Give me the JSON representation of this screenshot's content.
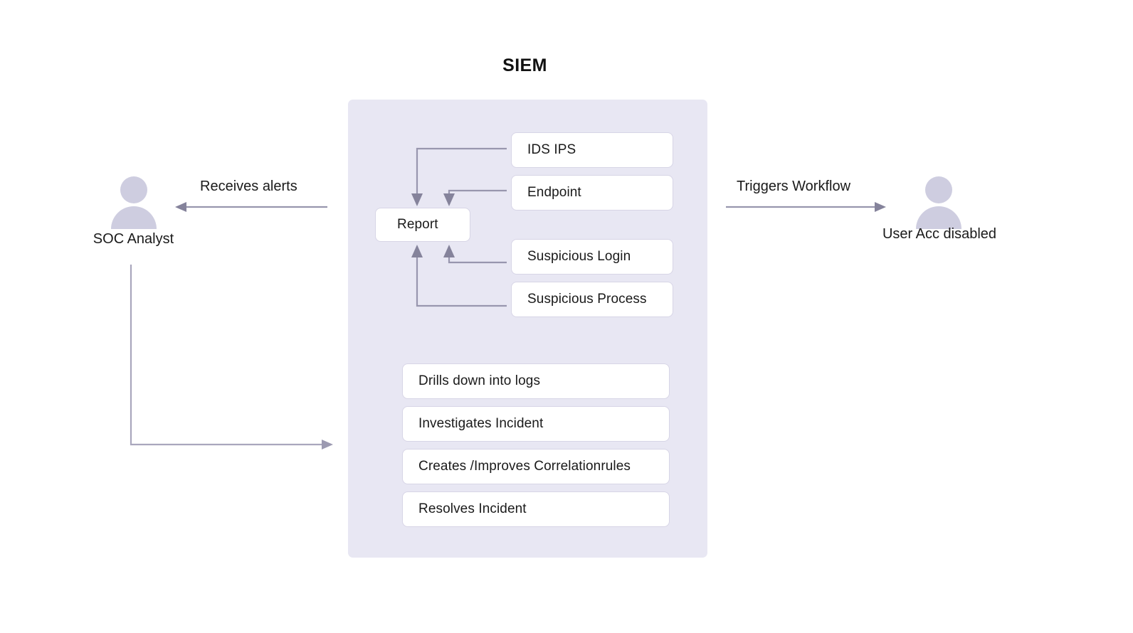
{
  "diagram": {
    "title": "SIEM",
    "type": "flow-diagram"
  },
  "actors": {
    "left": {
      "name": "SOC Analyst",
      "icon": "person-icon"
    },
    "right": {
      "name": "User Acc disabled",
      "icon": "person-icon"
    }
  },
  "edges": {
    "receives_alerts": "Receives alerts",
    "triggers_workflow": "Triggers Workflow"
  },
  "siem": {
    "report": "Report",
    "sources": [
      {
        "label": "IDS  IPS"
      },
      {
        "label": "Endpoint"
      },
      {
        "label": "Suspicious Login"
      },
      {
        "label": "Suspicious Process"
      }
    ],
    "actions": [
      {
        "label": "Drills down into logs"
      },
      {
        "label": "Investigates Incident"
      },
      {
        "label": "Creates /Improves Correlationrules"
      },
      {
        "label": "Resolves Incident"
      }
    ]
  },
  "colors": {
    "panel_background": "#e8e7f3",
    "node_background": "#ffffff",
    "node_border": "#d7d5e6",
    "actor_fill": "#cecde0",
    "connector": "#9896ae",
    "text": "#1a1a1a"
  }
}
